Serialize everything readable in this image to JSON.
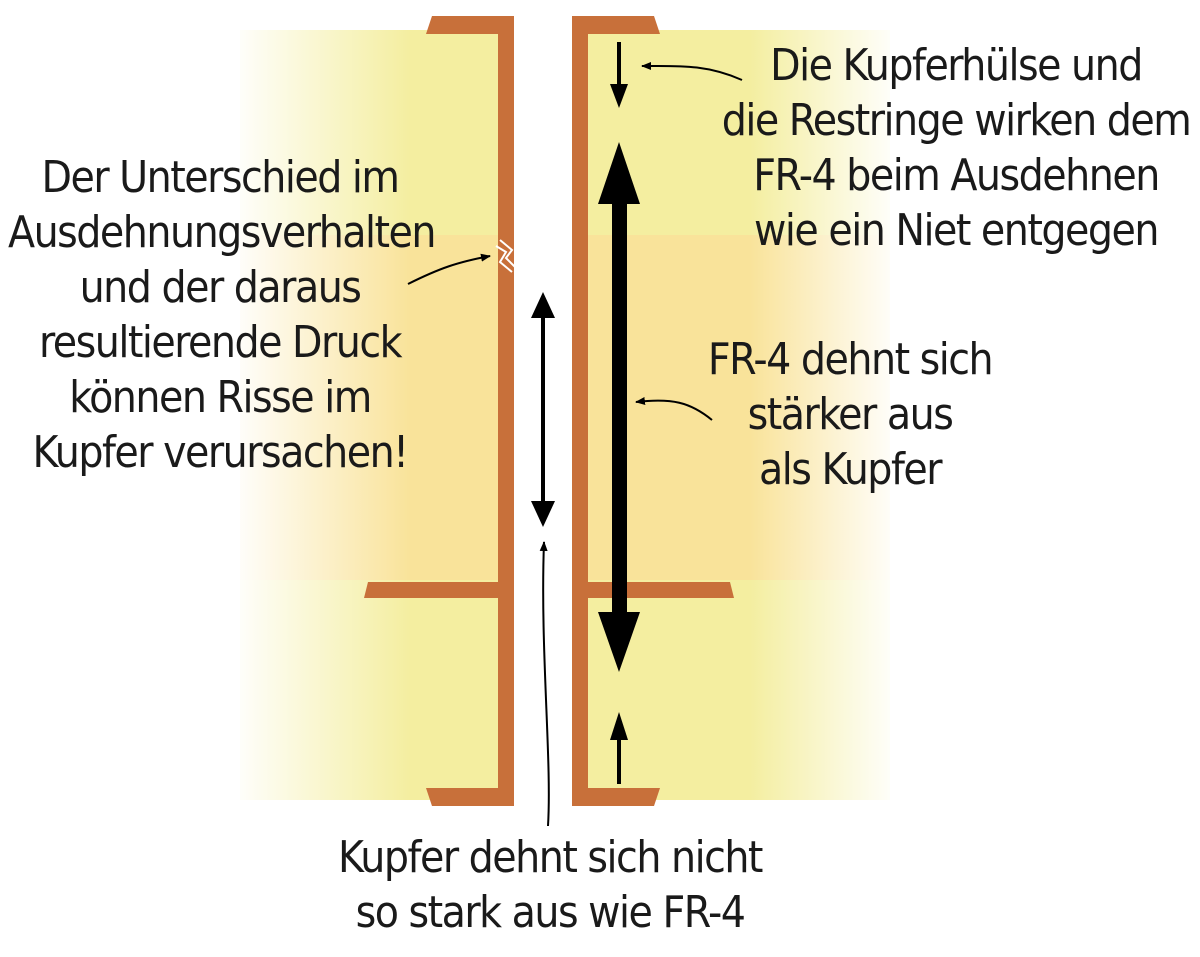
{
  "colors": {
    "copper": "#C8703A",
    "laminate_light": "#F4EEA0",
    "laminate_warm": "#F9E39A",
    "arrow": "#000000",
    "background": "#FFFFFF"
  },
  "labels": {
    "left_note": {
      "lines": [
        "Der Unterschied im",
        "Ausdehnungsverhalten",
        "und der daraus",
        "resultierende Druck",
        "können Risse im",
        "Kupfer verursachen!"
      ]
    },
    "top_right_note": {
      "lines": [
        "Die Kupferhülse und",
        "die Restringe wirken dem",
        "FR-4 beim Ausdehnen",
        "wie ein Niet entgegen"
      ]
    },
    "middle_right_note": {
      "lines": [
        "FR-4 dehnt sich",
        "stärker aus",
        "als Kupfer"
      ]
    },
    "bottom_note": {
      "lines": [
        "Kupfer dehnt sich nicht",
        "so stark aus wie FR-4"
      ]
    }
  },
  "icons": {
    "copper_expansion_arrow": "double-headed-arrow-thin",
    "fr4_expansion_arrow": "double-headed-arrow-bold",
    "counter_force_top": "down-arrow",
    "counter_force_bottom": "up-arrow",
    "crack_marks": "crack-lines"
  }
}
